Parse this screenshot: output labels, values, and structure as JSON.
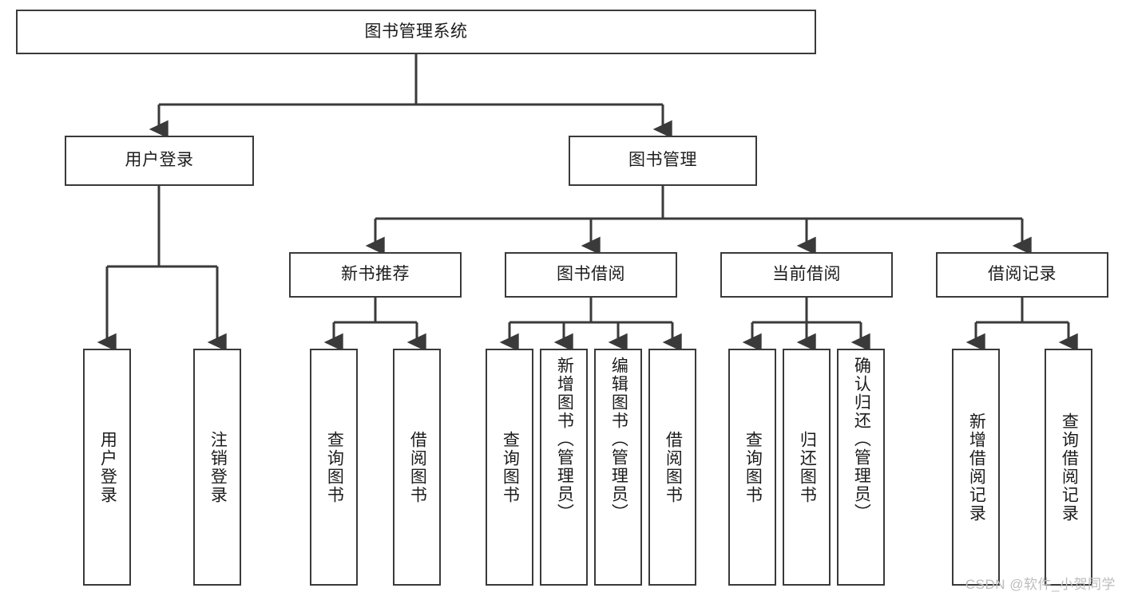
{
  "diagram": {
    "type": "tree",
    "title": "图书管理系统",
    "root": {
      "id": "root",
      "label": "图书管理系统"
    },
    "level2": [
      {
        "id": "user-login",
        "label": "用户登录"
      },
      {
        "id": "book-manage",
        "label": "图书管理"
      }
    ],
    "level3": [
      {
        "id": "new-book-recommend",
        "label": "新书推荐",
        "parent": "book-manage"
      },
      {
        "id": "book-borrow",
        "label": "图书借阅",
        "parent": "book-manage"
      },
      {
        "id": "current-borrow",
        "label": "当前借阅",
        "parent": "book-manage"
      },
      {
        "id": "borrow-record",
        "label": "借阅记录",
        "parent": "book-manage"
      }
    ],
    "leaves": {
      "user-login": [
        {
          "id": "leaf-user-login",
          "label": "用户登录"
        },
        {
          "id": "leaf-user-logout",
          "label": "注销登录"
        }
      ],
      "new-book-recommend": [
        {
          "id": "leaf-query-book-1",
          "label": "查询图书"
        },
        {
          "id": "leaf-borrow-book-1",
          "label": "借阅图书"
        }
      ],
      "book-borrow": [
        {
          "id": "leaf-query-book-2",
          "label": "查询图书"
        },
        {
          "id": "leaf-add-book",
          "label": "新增图书（管理员）"
        },
        {
          "id": "leaf-edit-book",
          "label": "编辑图书（管理员）"
        },
        {
          "id": "leaf-borrow-book-2",
          "label": "借阅图书"
        }
      ],
      "current-borrow": [
        {
          "id": "leaf-query-book-3",
          "label": "查询图书"
        },
        {
          "id": "leaf-return-book",
          "label": "归还图书"
        },
        {
          "id": "leaf-confirm-return",
          "label": "确认归还（管理员）"
        }
      ],
      "borrow-record": [
        {
          "id": "leaf-add-record",
          "label": "新增借阅记录"
        },
        {
          "id": "leaf-query-record",
          "label": "查询借阅记录"
        }
      ]
    }
  },
  "watermark": {
    "text": "CSDN @软件_小贺同学"
  },
  "colors": {
    "stroke": "#3a3a3a",
    "box_fill": "#ffffff",
    "text": "#1c1c1c",
    "watermark": "#bcbcbc",
    "background": "#ffffff"
  }
}
